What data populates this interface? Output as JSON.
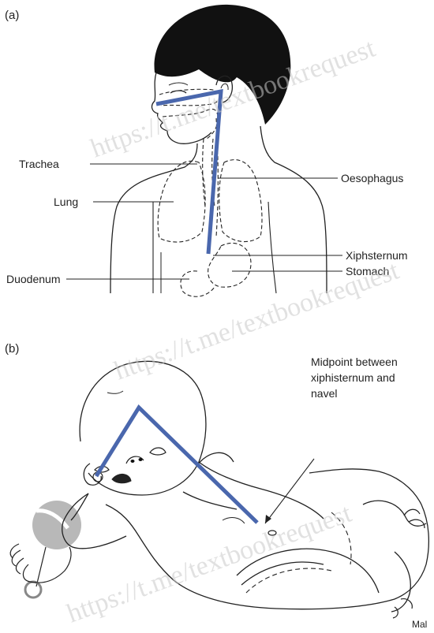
{
  "panels": {
    "a": {
      "label": "(a)",
      "labels": {
        "trachea": "Trachea",
        "lung": "Lung",
        "duodenum": "Duodenum",
        "oesophagus": "Oesophagus",
        "xiphisternum": "Xiphsternum",
        "stomach": "Stomach"
      }
    },
    "b": {
      "label": "(b)",
      "annotation": [
        "Midpoint between",
        "xiphisternum and",
        "navel"
      ]
    }
  },
  "watermark": "https://t.me/textbookrequest",
  "signature": "Mal",
  "colors": {
    "measure_line": "#4a67ad",
    "outline": "#222222",
    "hair": "#111111",
    "rattle": "#b8b8b8"
  }
}
